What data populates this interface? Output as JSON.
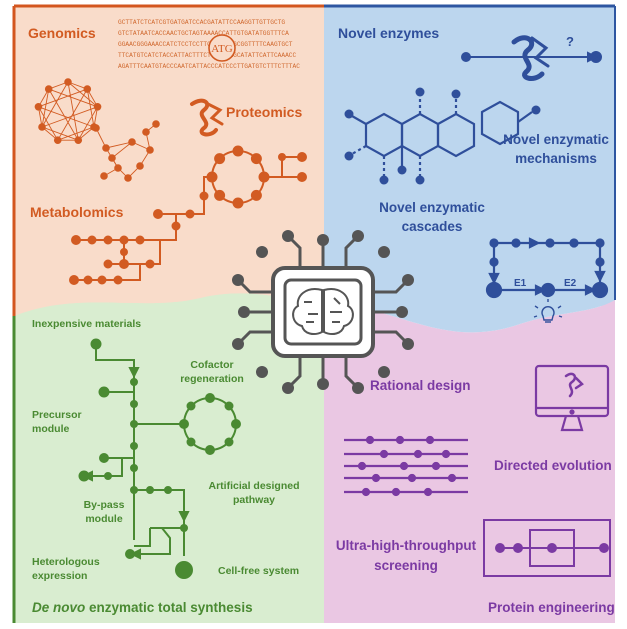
{
  "colors": {
    "omics_bg": "#f9dcca",
    "omics_border": "#d3561f",
    "omics_text": "#d25b22",
    "enzyme_bg": "#bcd6ee",
    "enzyme_border": "#2e56a1",
    "enzyme_text": "#2f4f9b",
    "denovo_bg": "#d9edd0",
    "denovo_border": "#4a8a32",
    "denovo_text": "#4a8a32",
    "protein_bg": "#eac7e3",
    "protein_text": "#7b3aa3",
    "ai_chip": "#555555"
  },
  "omics": {
    "genomics": "Genomics",
    "proteomics": "Proteomics",
    "metabolomics": "Metabolomics",
    "dna_lines": [
      "GCTTATCTCATCGTGATGATCCACGATATTCCAAGGTTGTTGCTG",
      "GTCTATAATCACCAACTGCTAGTAAAACCATTGTGATATGGTTTCA",
      "GGAACGGGAAACCATCTCCTCCTTCGACATAGCGGTTTTCAAGTGCT",
      "TTCATGTCATCTACCATTACTTTCTTCAAAAGCATATTCATTCAAACC",
      "AGATTTCAATGTACCCAATCATTACCCATCCCTTGATGTCTTTCTTTAC"
    ],
    "start_codon": "ATG"
  },
  "enzyme": {
    "novel_enzymes": "Novel enzymes",
    "mechanisms_line1": "Novel enzymatic",
    "mechanisms_line2": "mechanisms",
    "cascades_line1": "Novel enzymatic",
    "cascades_line2": "cascades",
    "question_mark": "?",
    "e1": "E1",
    "e2": "E2"
  },
  "denovo": {
    "inexpensive": "Inexpensive materials",
    "cofactor_line1": "Cofactor",
    "cofactor_line2": "regeneration",
    "precursor_line1": "Precursor",
    "precursor_line2": "module",
    "artificial_line1": "Artificial designed",
    "artificial_line2": "pathway",
    "bypass_line1": "By-pass",
    "bypass_line2": "module",
    "heterologous_line1": "Heterologous",
    "heterologous_line2": "expression",
    "cellfree": "Cell-free system",
    "title_italic": "De novo",
    "title_rest": " enzymatic total synthesis"
  },
  "protein": {
    "rational": "Rational design",
    "directed": "Directed evolution",
    "uhts_line1": "Ultra-high-throughput",
    "uhts_line2": "screening",
    "title": "Protein engineering"
  }
}
